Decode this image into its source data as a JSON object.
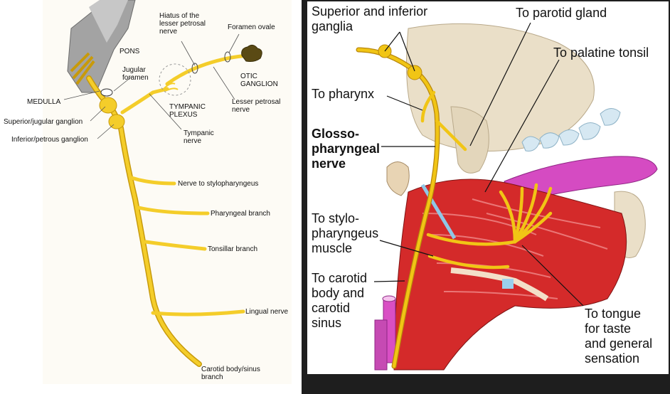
{
  "left": {
    "labels": {
      "pons": "PONS",
      "medulla": "MEDULLA",
      "jugular_foramen": "Jugular\nforamen",
      "hiatus": "Hiatus of the\nlesser petrosal\nnerve",
      "foramen_ovale": "Foramen ovale",
      "otic_ganglion": "OTIC\nGANGLION",
      "lesser_petrosal": "Lesser petrosal\nnerve",
      "tympanic_plexus": "TYMPANIC\nPLEXUS",
      "tympanic_nerve": "Tympanic\nnerve",
      "superior_ganglion": "Superior/jugular ganglion",
      "inferior_ganglion": "Inferior/petrous ganglion",
      "stylopharyngeus": "Nerve to stylopharyngeus",
      "pharyngeal": "Pharyngeal branch",
      "tonsillar": "Tonsillar branch",
      "lingual": "Lingual nerve",
      "carotid": "Carotid body/sinus\nbranch"
    }
  },
  "right": {
    "labels": {
      "ganglia": "Superior and inferior\nganglia",
      "parotid": "To parotid gland",
      "palatine": "To palatine tonsil",
      "pharynx": "To pharynx",
      "glosso": "Glosso-\npharyngeal\nnerve",
      "stylo": "To stylo-\npharyngeus\nmuscle",
      "carotid": "To carotid\nbody and\ncarotid\nsinus",
      "tongue": "To tongue\nfor taste\nand general\nsensation"
    }
  },
  "colors": {
    "nerve": "#f0c419",
    "nerve_outline": "#b8860b",
    "brainstem": "#9a9a9a",
    "muscle": "#d42a2a",
    "tongue": "#d94fc4",
    "teeth": "#cfe3ee",
    "bone": "#eadfc8"
  }
}
